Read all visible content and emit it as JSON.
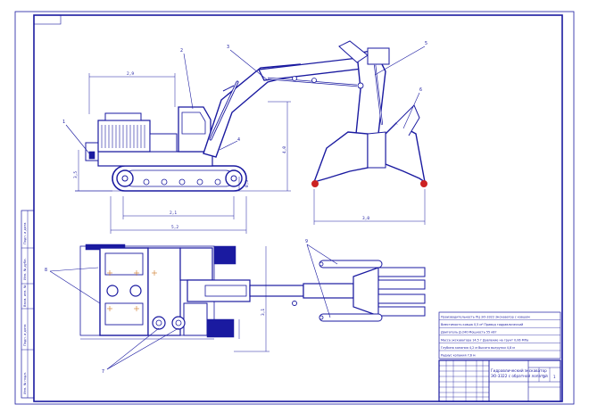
{
  "callouts": {
    "top": [
      "1",
      "2",
      "3",
      "4",
      "5",
      "6"
    ],
    "plan": [
      "8",
      "9",
      "7"
    ]
  },
  "dimensions": {
    "body_width": "2,9",
    "cab_height": "3,5",
    "track_gauge": "2,1",
    "track_length": "4,0",
    "overall_length": "5,2",
    "ground_clearance": "0,5",
    "bucket_span": "3,0",
    "plan_width": "3,1"
  },
  "notes": [
    "Производительность ПЦ ЭО-3322 Экскаватор с ковшом",
    "Вместимость ковша 0,5 м³  Привод гидравлический",
    "Двигатель Д-240  Мощность 55 кВт",
    "Масса экскаватора 14,5 т  Давление на грунт 0,06 МПа",
    "Глубина копания 4,2 м  Высота выгрузки 4,8 м",
    "Радиус копания 7,6 м"
  ],
  "title_block": {
    "title_line1": "Гидравлический экскаватор",
    "title_line2": "ЭО-3322 с обратной лопатой",
    "sheet": "1",
    "sheets": "1"
  },
  "side_stamp": [
    "Подп. и дата",
    "Инв. № дубл.",
    "Взам. инв. №",
    "Подп. и дата",
    "Инв. № подл."
  ],
  "colors": {
    "line": "#1a1aa0",
    "fill": "#ffffff",
    "accent": "#cc2222"
  }
}
